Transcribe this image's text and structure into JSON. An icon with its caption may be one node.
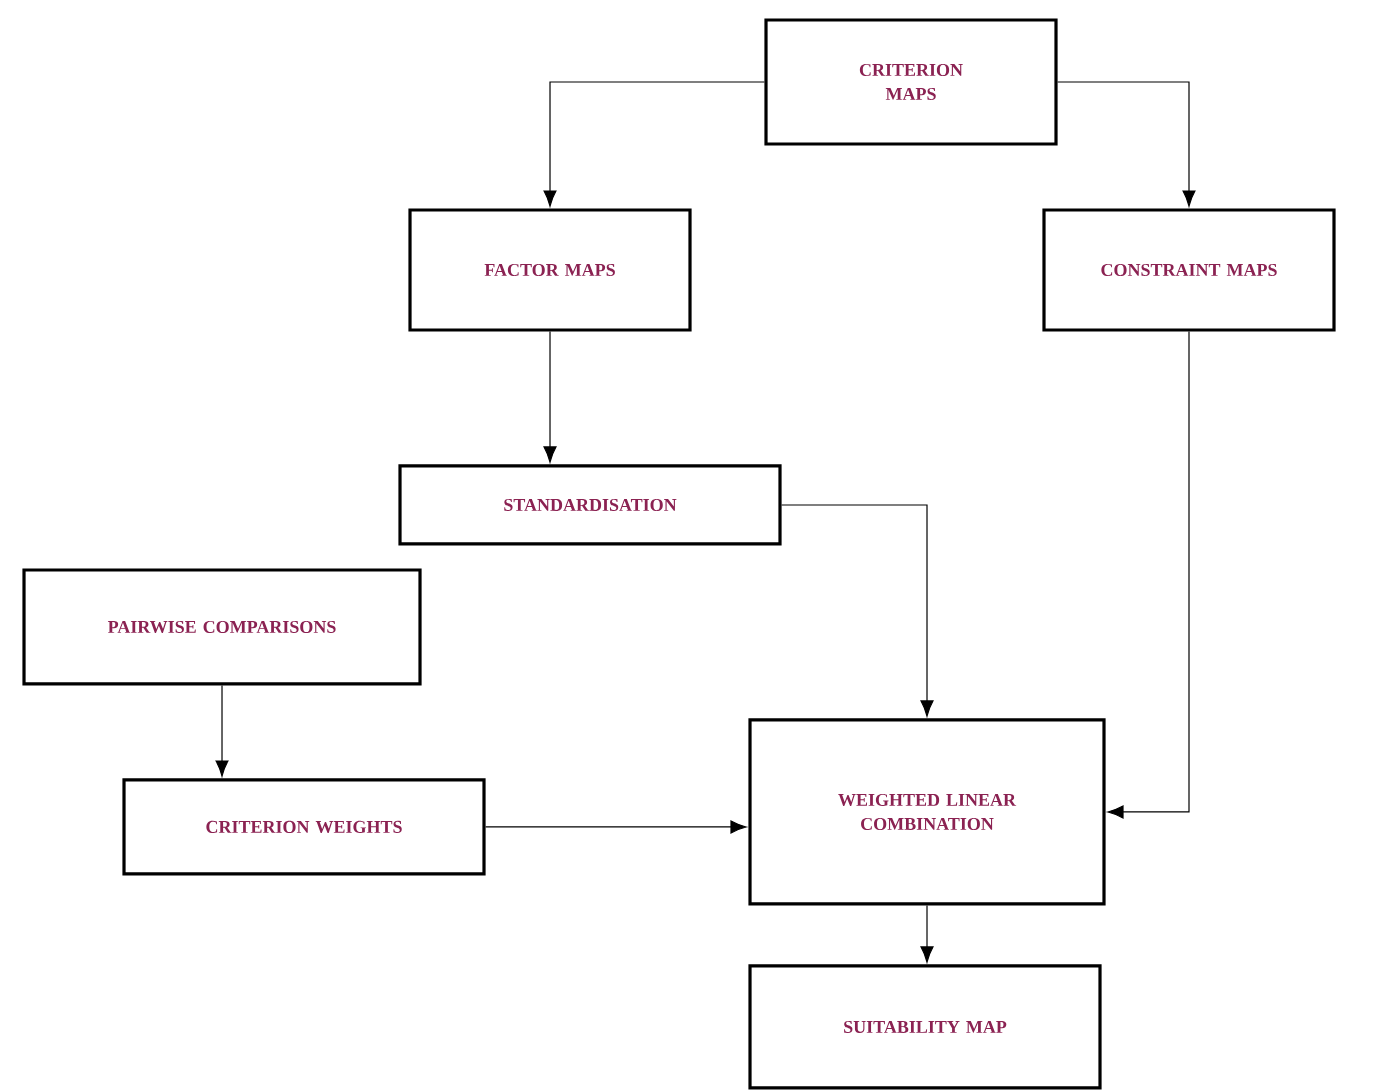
{
  "diagram": {
    "nodes": [
      {
        "text": [
          "CRITERION MAPS"
        ]
      },
      {
        "text": [
          "FACTOR MAPS"
        ]
      },
      {
        "text": [
          "CONSTRAINT MAPS"
        ]
      },
      {
        "text": [
          "STANDARDISATION"
        ]
      },
      {
        "text": [
          "PAIRWISE COMPARISONS"
        ]
      },
      {
        "text": [
          "WEIGHTED LINEAR COMBINATION"
        ]
      },
      {
        "text": [
          "CRITERION WEIGHTS"
        ]
      },
      {
        "text": [
          "SUITABILITY MAP"
        ]
      }
    ],
    "edges": [
      {
        "from": 0,
        "to": 1,
        "arrow": "to"
      },
      {
        "from": 0,
        "to": 2,
        "arrow": "to"
      },
      {
        "from": 1,
        "to": 3,
        "arrow": "to"
      },
      {
        "from": 3,
        "to": 5,
        "arrow": "to"
      },
      {
        "from": 2,
        "to": 5,
        "arrow": "to"
      },
      {
        "from": 4,
        "to": 6,
        "arrow": "to"
      },
      {
        "from": 6,
        "to": 5,
        "arrow": "to"
      },
      {
        "from": 5,
        "to": 7,
        "arrow": "to"
      }
    ]
  }
}
